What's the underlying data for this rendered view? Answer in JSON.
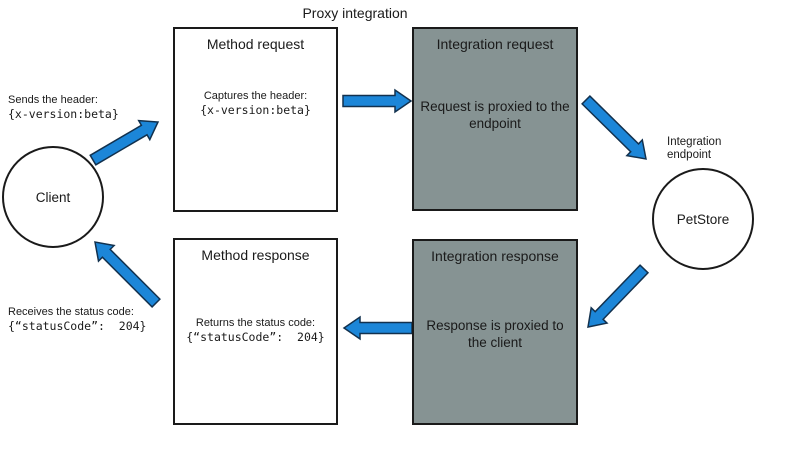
{
  "title": "Proxy integration",
  "colors": {
    "arrow_blue": "#1c86d8",
    "arrow_outline": "#12314e",
    "box_gray": "#869393"
  },
  "client": {
    "label": "Client",
    "request_annotation": {
      "line1": "Sends the header:",
      "code": "{x-version:beta}"
    },
    "response_annotation": {
      "line1": "Receives the status code:",
      "code": "{“statusCode”:  204}"
    }
  },
  "endpoint": {
    "label": "PetStore",
    "caption": "Integration endpoint"
  },
  "boxes": {
    "method_request": {
      "title": "Method request",
      "body_line1": "Captures the header:",
      "body_code": "{x-version:beta}"
    },
    "integration_request": {
      "title": "Integration request",
      "body": "Request is proxied to the endpoint"
    },
    "method_response": {
      "title": "Method response",
      "body_line1": "Returns the status code:",
      "body_code": "{“statusCode”:  204}"
    },
    "integration_response": {
      "title": "Integration response",
      "body": "Response is proxied to the client"
    }
  }
}
